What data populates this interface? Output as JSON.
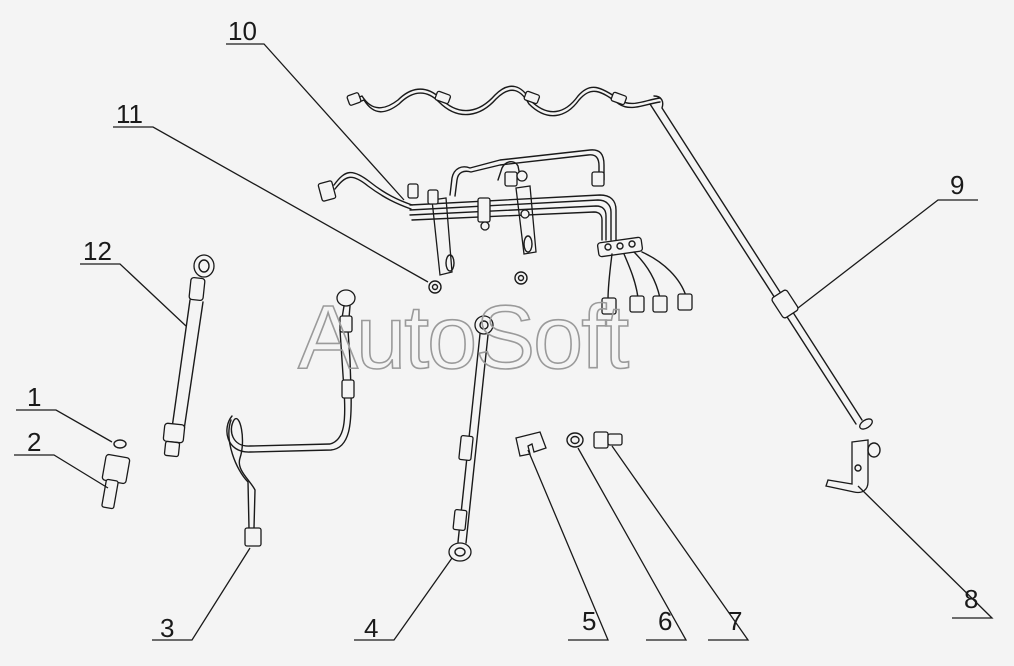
{
  "watermark": "AutoSoft",
  "colors": {
    "background": "#f4f4f4",
    "ink": "#1a1a1a",
    "watermark": "#9a9a9a"
  },
  "callouts": [
    {
      "id": "1",
      "label": "1"
    },
    {
      "id": "2",
      "label": "2"
    },
    {
      "id": "3",
      "label": "3"
    },
    {
      "id": "4",
      "label": "4"
    },
    {
      "id": "5",
      "label": "5"
    },
    {
      "id": "6",
      "label": "6"
    },
    {
      "id": "7",
      "label": "7"
    },
    {
      "id": "8",
      "label": "8"
    },
    {
      "id": "9",
      "label": "9"
    },
    {
      "id": "10",
      "label": "10"
    },
    {
      "id": "11",
      "label": "11"
    },
    {
      "id": "12",
      "label": "12"
    }
  ]
}
